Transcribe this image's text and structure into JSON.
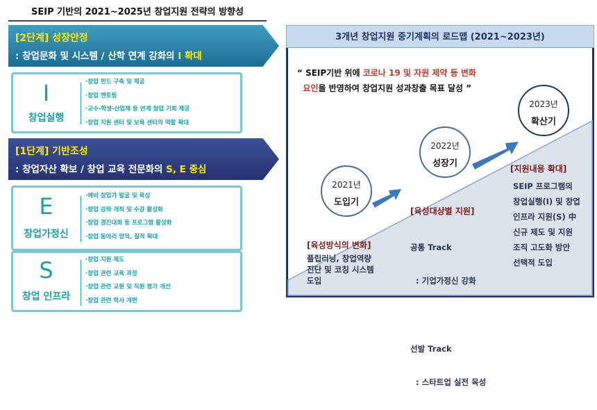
{
  "title": "SEIP 기반의 2021~2025년 창업지원 전략의 방향성",
  "stage2": {
    "label": "[2단계] 성장안정",
    "line_prefix": ": 창업문화 및 시스템 / 산학 연계 강화의 ",
    "line_highlight": "I 확대"
  },
  "stage1": {
    "label": "[1단계] 기반조성",
    "line_prefix": ": 창업자산 확보 / 창업 교육 전문화의 ",
    "line_highlight": "S, E 중심"
  },
  "boxes": [
    {
      "letter": "I",
      "name": "창업실행",
      "items": [
        "·창업 펀드 구축 및 제공",
        "·창업 멘토링",
        "·교수-학생-산업체 등 연계 창업 기회 제공",
        "·창업 지원 센터 및 보육 센터의 역할 확대"
      ]
    },
    {
      "letter": "E",
      "name": "창업가정신",
      "items": [
        "·예비 창업가 발굴 및 육성",
        "·창업 강좌 개최 및 수강 활성화",
        "·창업 경진대회 등 프로그램 활성화",
        "·창업 동아리 양적, 질적 확대"
      ]
    },
    {
      "letter": "S",
      "name": "창업 인프라",
      "items": [
        "·창업 지원 제도",
        "·창업 관련 교육 과정",
        "·창업 관련 교원 및 직원 평가 개선",
        "·창업 관련 학사 개편"
      ]
    }
  ],
  "roadmap": {
    "header": "3개년 창업지원 중기계획의 로드맵 (2021~2023년)",
    "quote": {
      "a": "“ SEIP기반 위에 ",
      "b": "코로나 19 및 자원 제약 등 변화",
      "c": "요인",
      "d": "을 반영하여 창업지원 성과창출 목표 달성 ”"
    },
    "phases": [
      {
        "year": "2021년",
        "name": "도입기"
      },
      {
        "year": "2022년",
        "name": "성장기"
      },
      {
        "year": "2023년",
        "name": "확산기"
      }
    ],
    "blocks": [
      {
        "heading": "[육성방식의 변화]",
        "lines": [
          "플립러닝, 창업역량",
          "진단 및 코칭 시스템",
          "도입"
        ]
      },
      {
        "heading": "[육성대상별 지원]",
        "lines": [
          "공통 Track",
          "  : 기업가정신 강화",
          "",
          "선발 Track",
          "  : 스타트업 실전 육성"
        ]
      },
      {
        "heading": "[지원내용 확대]",
        "lines": [
          "SEIP 프로그램의",
          "창업실행(I) 및 창업",
          "인프라 지원(S) 中",
          "신규 제도 및 지원",
          "조직 고도화 방안",
          "선택적 도입"
        ]
      }
    ]
  },
  "colors": {
    "teal": "#1aa0a6",
    "navy": "#1f3566",
    "arrow": "#3d78b8",
    "highlight": "#ffea00",
    "red": "#c0392b"
  }
}
